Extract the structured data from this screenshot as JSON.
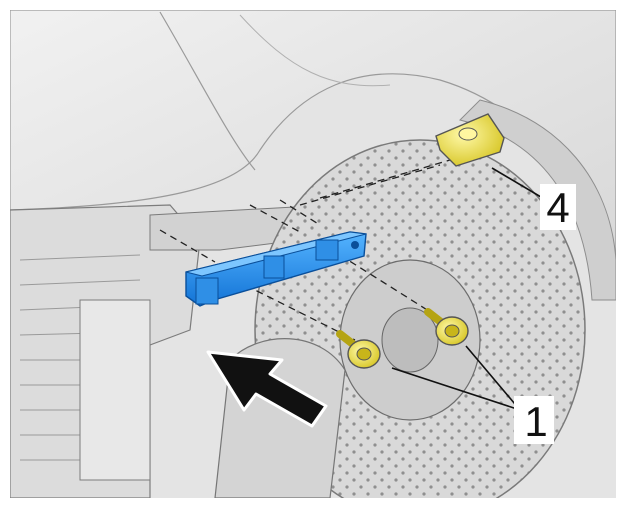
{
  "callouts": [
    {
      "id": "callout-1",
      "label": "1"
    },
    {
      "id": "callout-4",
      "label": "4"
    }
  ],
  "parts": [
    {
      "name": "bracket",
      "color": "#1e90e8"
    },
    {
      "name": "screw",
      "color": "#f2e53a"
    },
    {
      "name": "clip-nut",
      "color": "#f2e53a"
    }
  ],
  "colors": {
    "background": "#ffffff",
    "frame": "#e6e6e6",
    "fender": "#ececec",
    "disc": "#d7d7d7",
    "outline": "#333333",
    "arrow": "#111111"
  }
}
